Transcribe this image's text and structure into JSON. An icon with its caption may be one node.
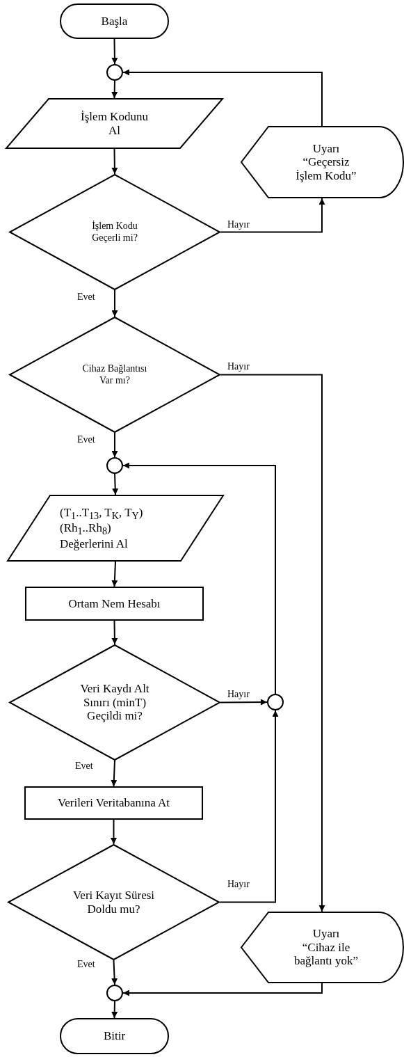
{
  "diagram": {
    "nodes": [
      {
        "text": [
          "Başla"
        ]
      },
      {
        "text": [],
        "shape": "circle"
      },
      {
        "text": [
          "İşlem Kodunu Al"
        ]
      },
      {
        "text": [
          "Uyarı",
          "“Geçersiz İşlem Kodu”"
        ]
      },
      {
        "text": [
          "İşlem Kodu Geçerli mi?"
        ]
      },
      {
        "text": [
          "Cihaz Bağlantısı Var mı?"
        ]
      },
      {
        "text": [],
        "shape": "circle"
      },
      {
        "text": [
          "(T$_{1}$..T$_{13}$, T$_{K}$, T$_{Y}$) (Rh$_{1}$..Rh$_{8}$) Değerlerini Al"
        ]
      },
      {
        "text": [
          "Ortam Nem Hesabı"
        ]
      },
      {
        "text": [
          "Veri Kaydı Alt Sınırı (minT) Geçildi mi?"
        ]
      },
      {
        "text": [],
        "shape": "circle"
      },
      {
        "text": [
          "Verileri Veritabanına At"
        ]
      },
      {
        "text": [
          "Veri Kayıt Süresi Doldu mu?"
        ]
      },
      {
        "text": [
          "Uyarı",
          "“Cihaz ile bağlantı yok”"
        ]
      },
      {
        "text": [],
        "shape": "circle"
      },
      {
        "text": [
          "Bitir"
        ]
      }
    ],
    "edges": [
      {
        "from": 0,
        "to": 1,
        "arrow": "to"
      },
      {
        "from": 1,
        "to": 2,
        "arrow": "to"
      },
      {
        "from": 2,
        "to": 4,
        "arrow": "to"
      },
      {
        "from": 4,
        "to": 3,
        "arrow": "to",
        "label": "Hayır"
      },
      {
        "from": 3,
        "to": 1,
        "arrow": "to"
      },
      {
        "from": 4,
        "to": 5,
        "arrow": "to",
        "label": "Evet"
      },
      {
        "from": 5,
        "to": 13,
        "arrow": "to",
        "label": "Hayır"
      },
      {
        "from": 5,
        "to": 6,
        "arrow": "to",
        "label": "Evet"
      },
      {
        "from": 6,
        "to": 7,
        "arrow": "to"
      },
      {
        "from": 7,
        "to": 8,
        "arrow": "to"
      },
      {
        "from": 8,
        "to": 9,
        "arrow": "to"
      },
      {
        "from": 9,
        "to": 10,
        "arrow": "to",
        "label": "Hayır"
      },
      {
        "from": 10,
        "to": 6,
        "arrow": "to"
      },
      {
        "from": 9,
        "to": 11,
        "arrow": "to",
        "label": "Evet"
      },
      {
        "from": 11,
        "to": 12,
        "arrow": "to"
      },
      {
        "from": 12,
        "to": 10,
        "arrow": "to",
        "label": "Hayır"
      },
      {
        "from": 12,
        "to": 14,
        "arrow": "to",
        "label": "Evet"
      },
      {
        "from": 13,
        "to": 14,
        "arrow": "to"
      },
      {
        "from": 14,
        "to": 15,
        "arrow": "to"
      }
    ]
  }
}
